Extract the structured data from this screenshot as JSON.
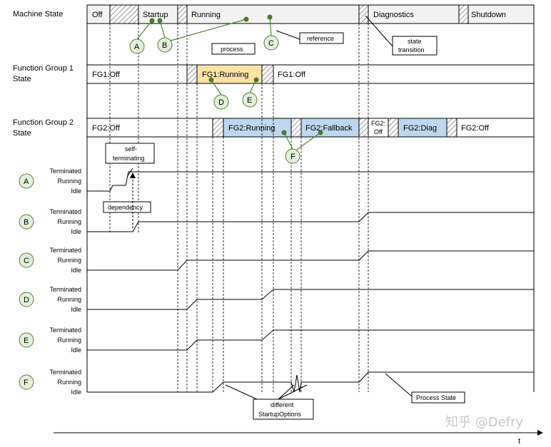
{
  "row_labels": {
    "machine": "Machine State",
    "fg1": [
      "Function Group 1",
      "State"
    ],
    "fg2": [
      "Function Group 2",
      "State"
    ]
  },
  "machine_states": [
    "Off",
    "Startup",
    "Running",
    "Diagnostics",
    "Shutdown"
  ],
  "fg1_states": [
    "FG1:Off",
    "FG1:Running",
    "FG1:Off"
  ],
  "fg2_states": [
    "FG2:Off",
    "FG2:Running",
    "FG2:Fallback",
    "FG2:",
    "Off",
    "FG2:Diag",
    "FG2:Off"
  ],
  "process_letters": [
    "A",
    "B",
    "C",
    "D",
    "E",
    "F"
  ],
  "signal_levels": [
    "Terminated",
    "Running",
    "Idle"
  ],
  "callouts": {
    "process": "process",
    "reference": "reference",
    "state_transition": [
      "state",
      "transition"
    ],
    "self_terminating": [
      "self-",
      "terminating"
    ],
    "dependency": "dependency",
    "different_startup_options": [
      "different",
      "StartupOptions"
    ],
    "process_state": "Process State"
  },
  "time_axis_label": "t",
  "watermark": "知乎 @Defry",
  "colors": {
    "fg1_running": "#fbe3a6",
    "fg2_active": "#bdd7ee",
    "bubble": "#e2efda",
    "bubble_stroke": "#4f7f3a",
    "connector": "#548235",
    "dot": "#4a7a2c"
  }
}
